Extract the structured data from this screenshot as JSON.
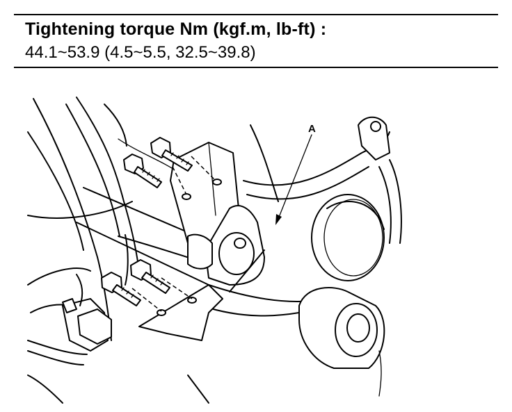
{
  "spec": {
    "title": "Tightening torque Nm (kgf.m, lb-ft) :",
    "value": "44.1~53.9 (4.5~5.5, 32.5~39.8)"
  },
  "diagram": {
    "callout_label": "A"
  }
}
